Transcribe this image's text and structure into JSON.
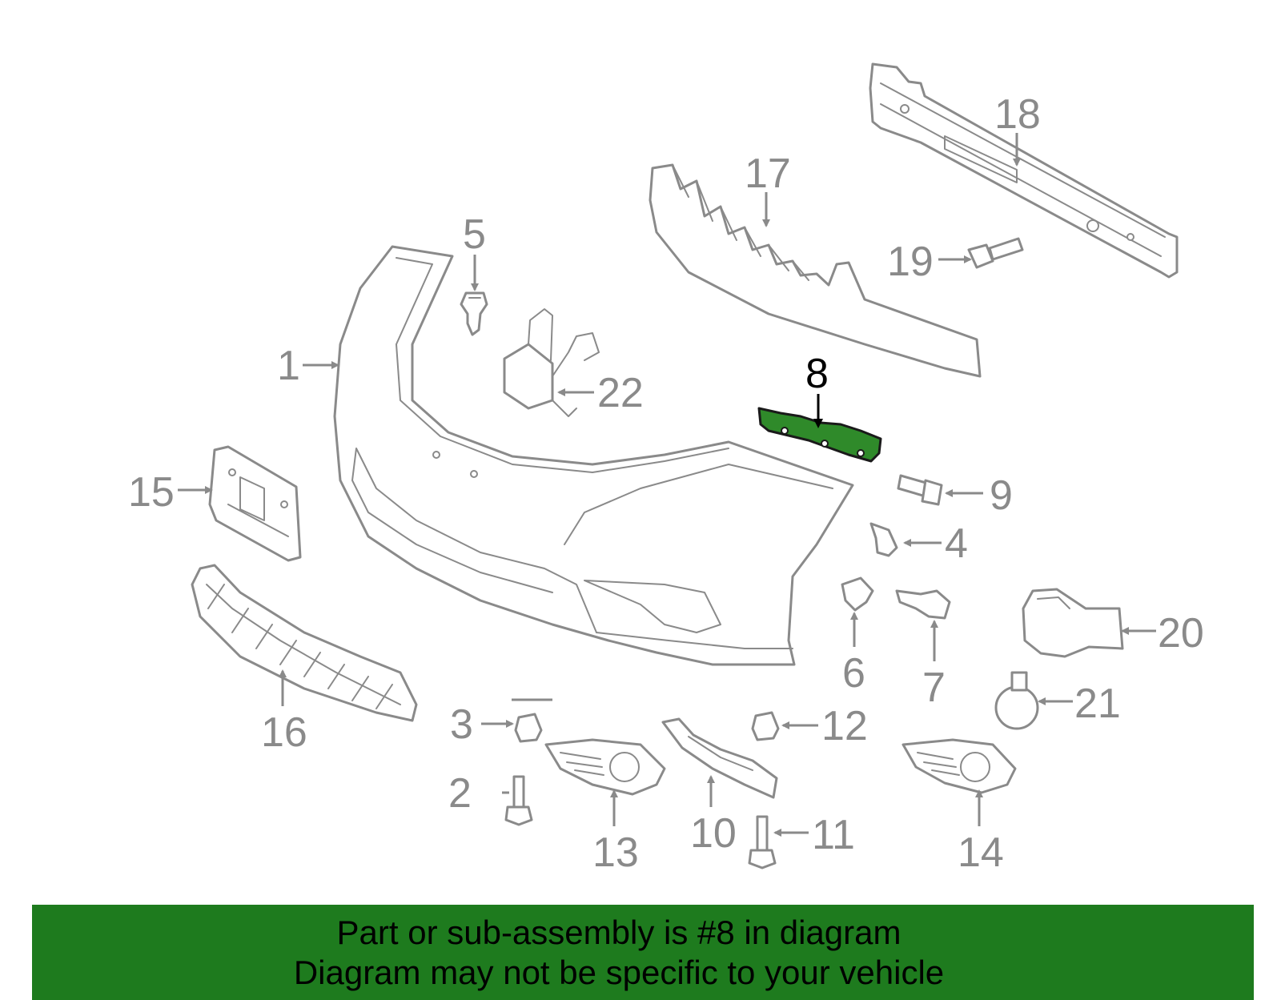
{
  "callouts": [
    "1",
    "2",
    "3",
    "4",
    "5",
    "6",
    "7",
    "8",
    "9",
    "10",
    "11",
    "12",
    "13",
    "14",
    "15",
    "16",
    "17",
    "18",
    "19",
    "20",
    "21",
    "22"
  ],
  "highlighted_part": "8",
  "banner": {
    "line1": "Part or sub-assembly is #8 in diagram",
    "line2": "Diagram may not be specific to your vehicle"
  },
  "colors": {
    "highlight": "#2f8a2a",
    "banner": "#1e7b1e",
    "line": "#8a8a8a"
  }
}
